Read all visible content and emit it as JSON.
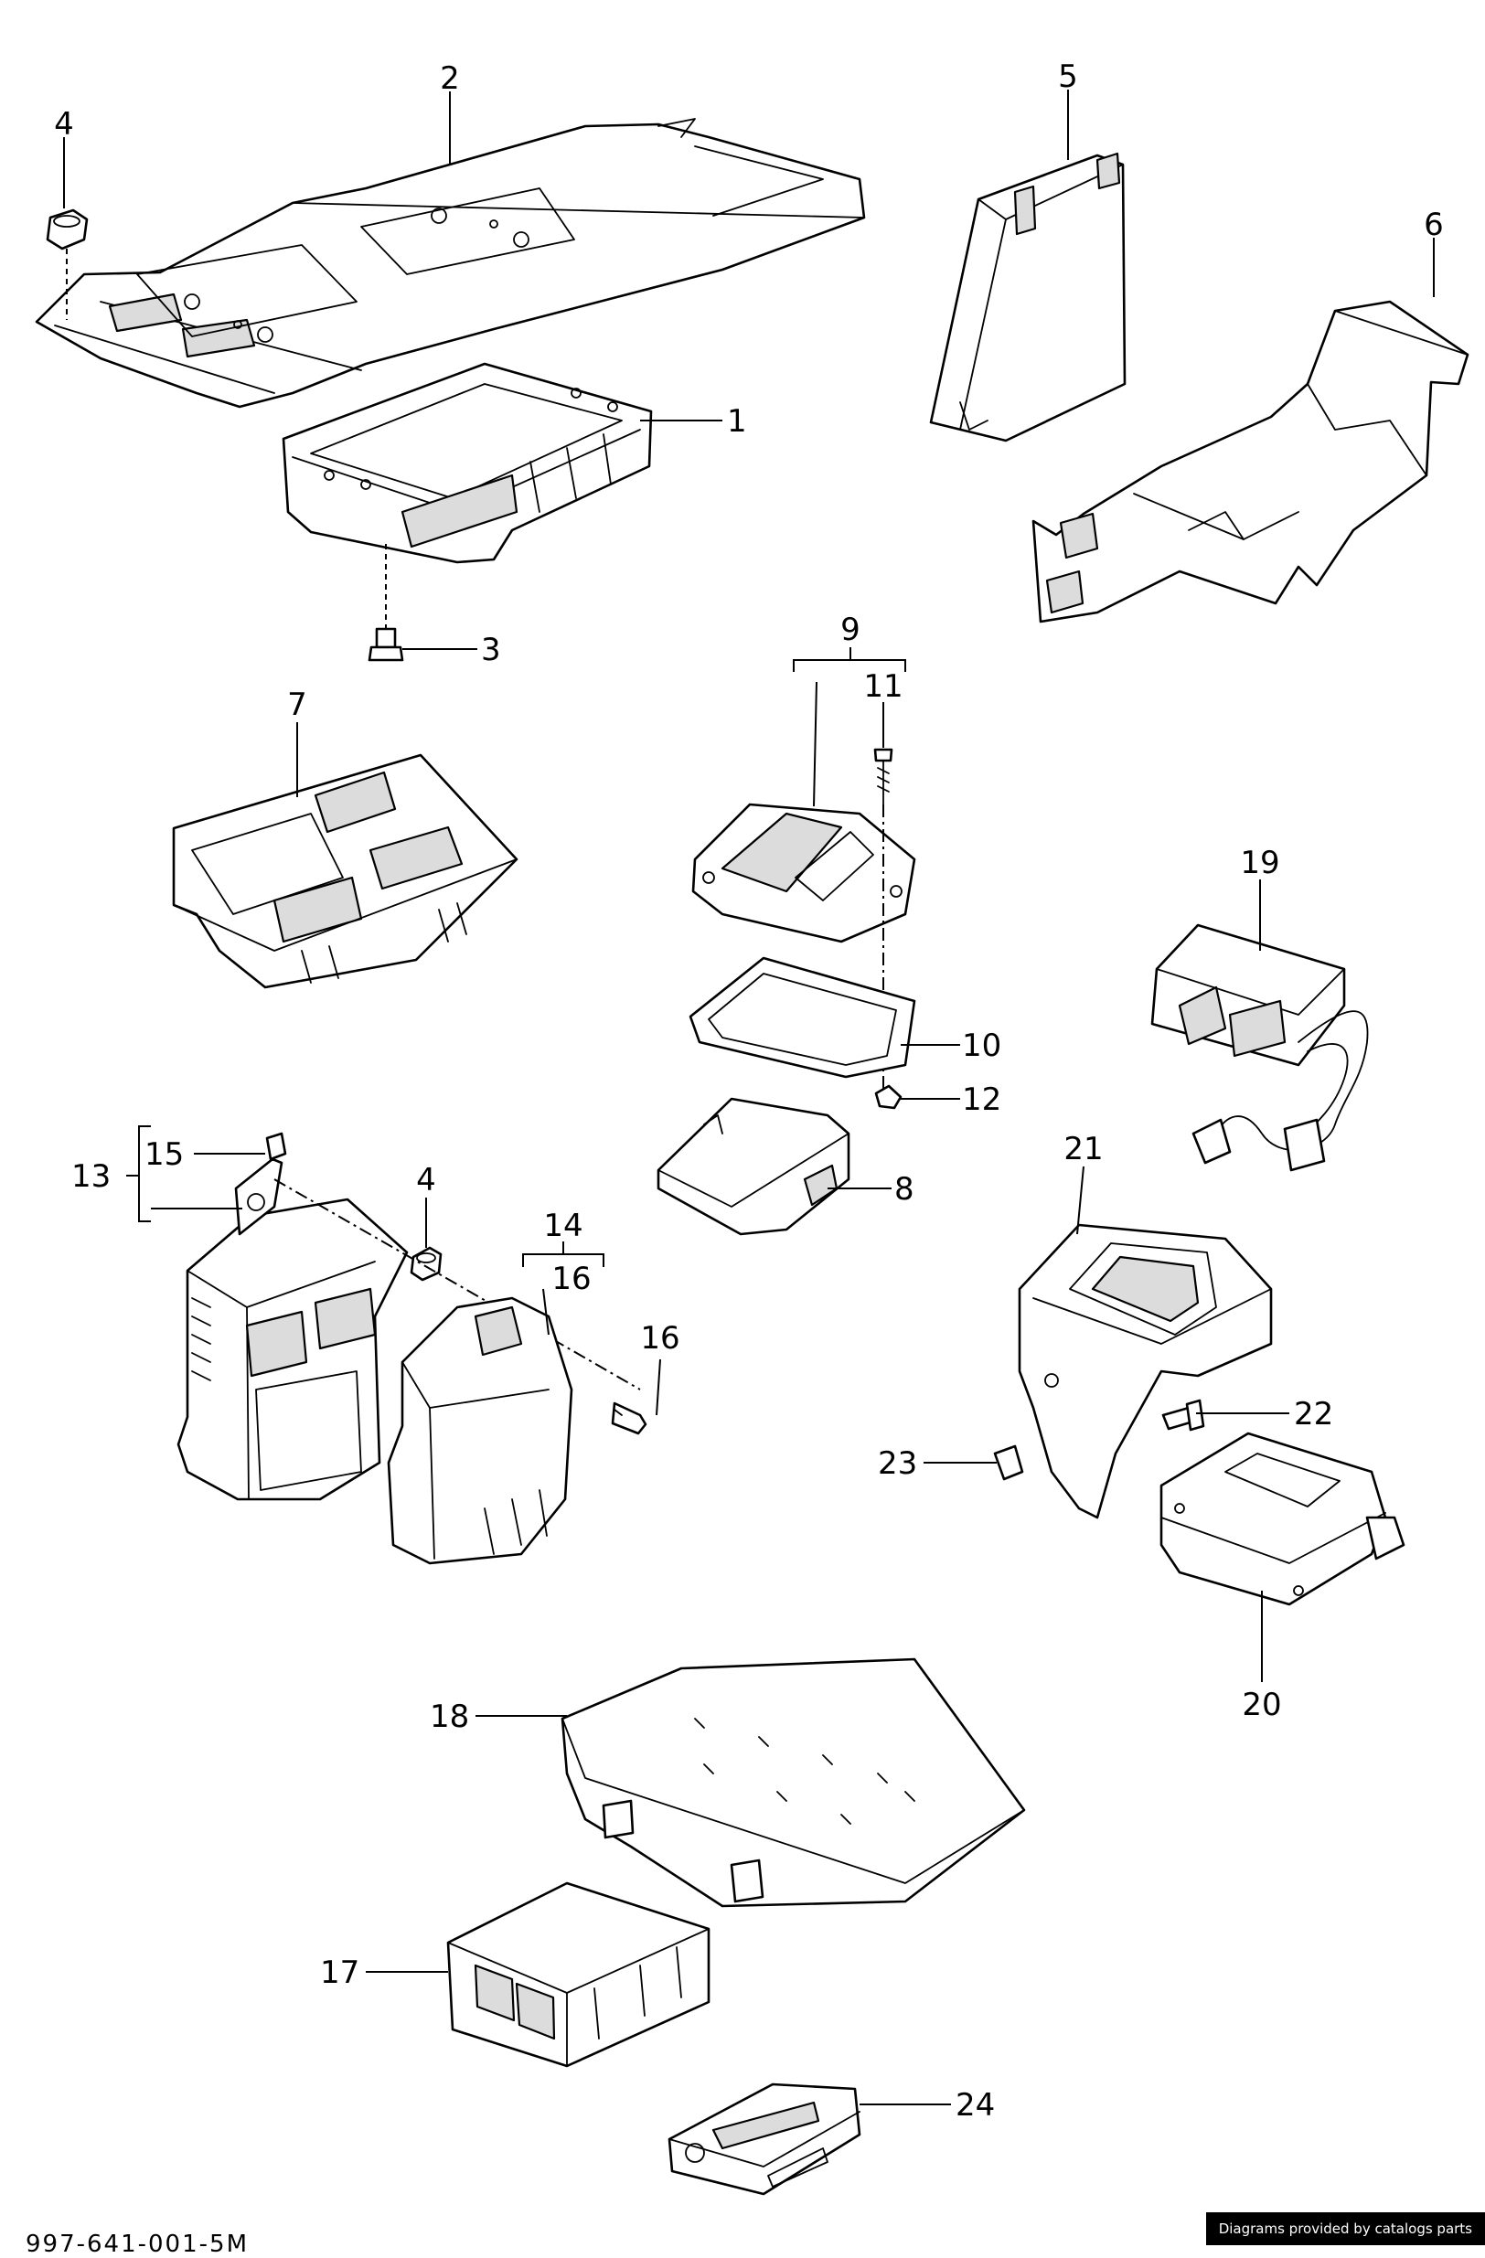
{
  "diagram": {
    "callouts": {
      "c1": "1",
      "c2": "2",
      "c3": "3",
      "c4a": "4",
      "c4b": "4",
      "c5": "5",
      "c6": "6",
      "c7": "7",
      "c8": "8",
      "c9": "9",
      "c10": "10",
      "c11": "11",
      "c12": "12",
      "c13": "13",
      "c14": "14",
      "c15": "15",
      "c16a": "16",
      "c16b": "16",
      "c17": "17",
      "c18": "18",
      "c19": "19",
      "c20": "20",
      "c21": "21",
      "c22": "22",
      "c23": "23",
      "c24": "24"
    },
    "footer_code": "997-641-001-5M",
    "credit": "Diagrams provided by catalogs parts"
  }
}
